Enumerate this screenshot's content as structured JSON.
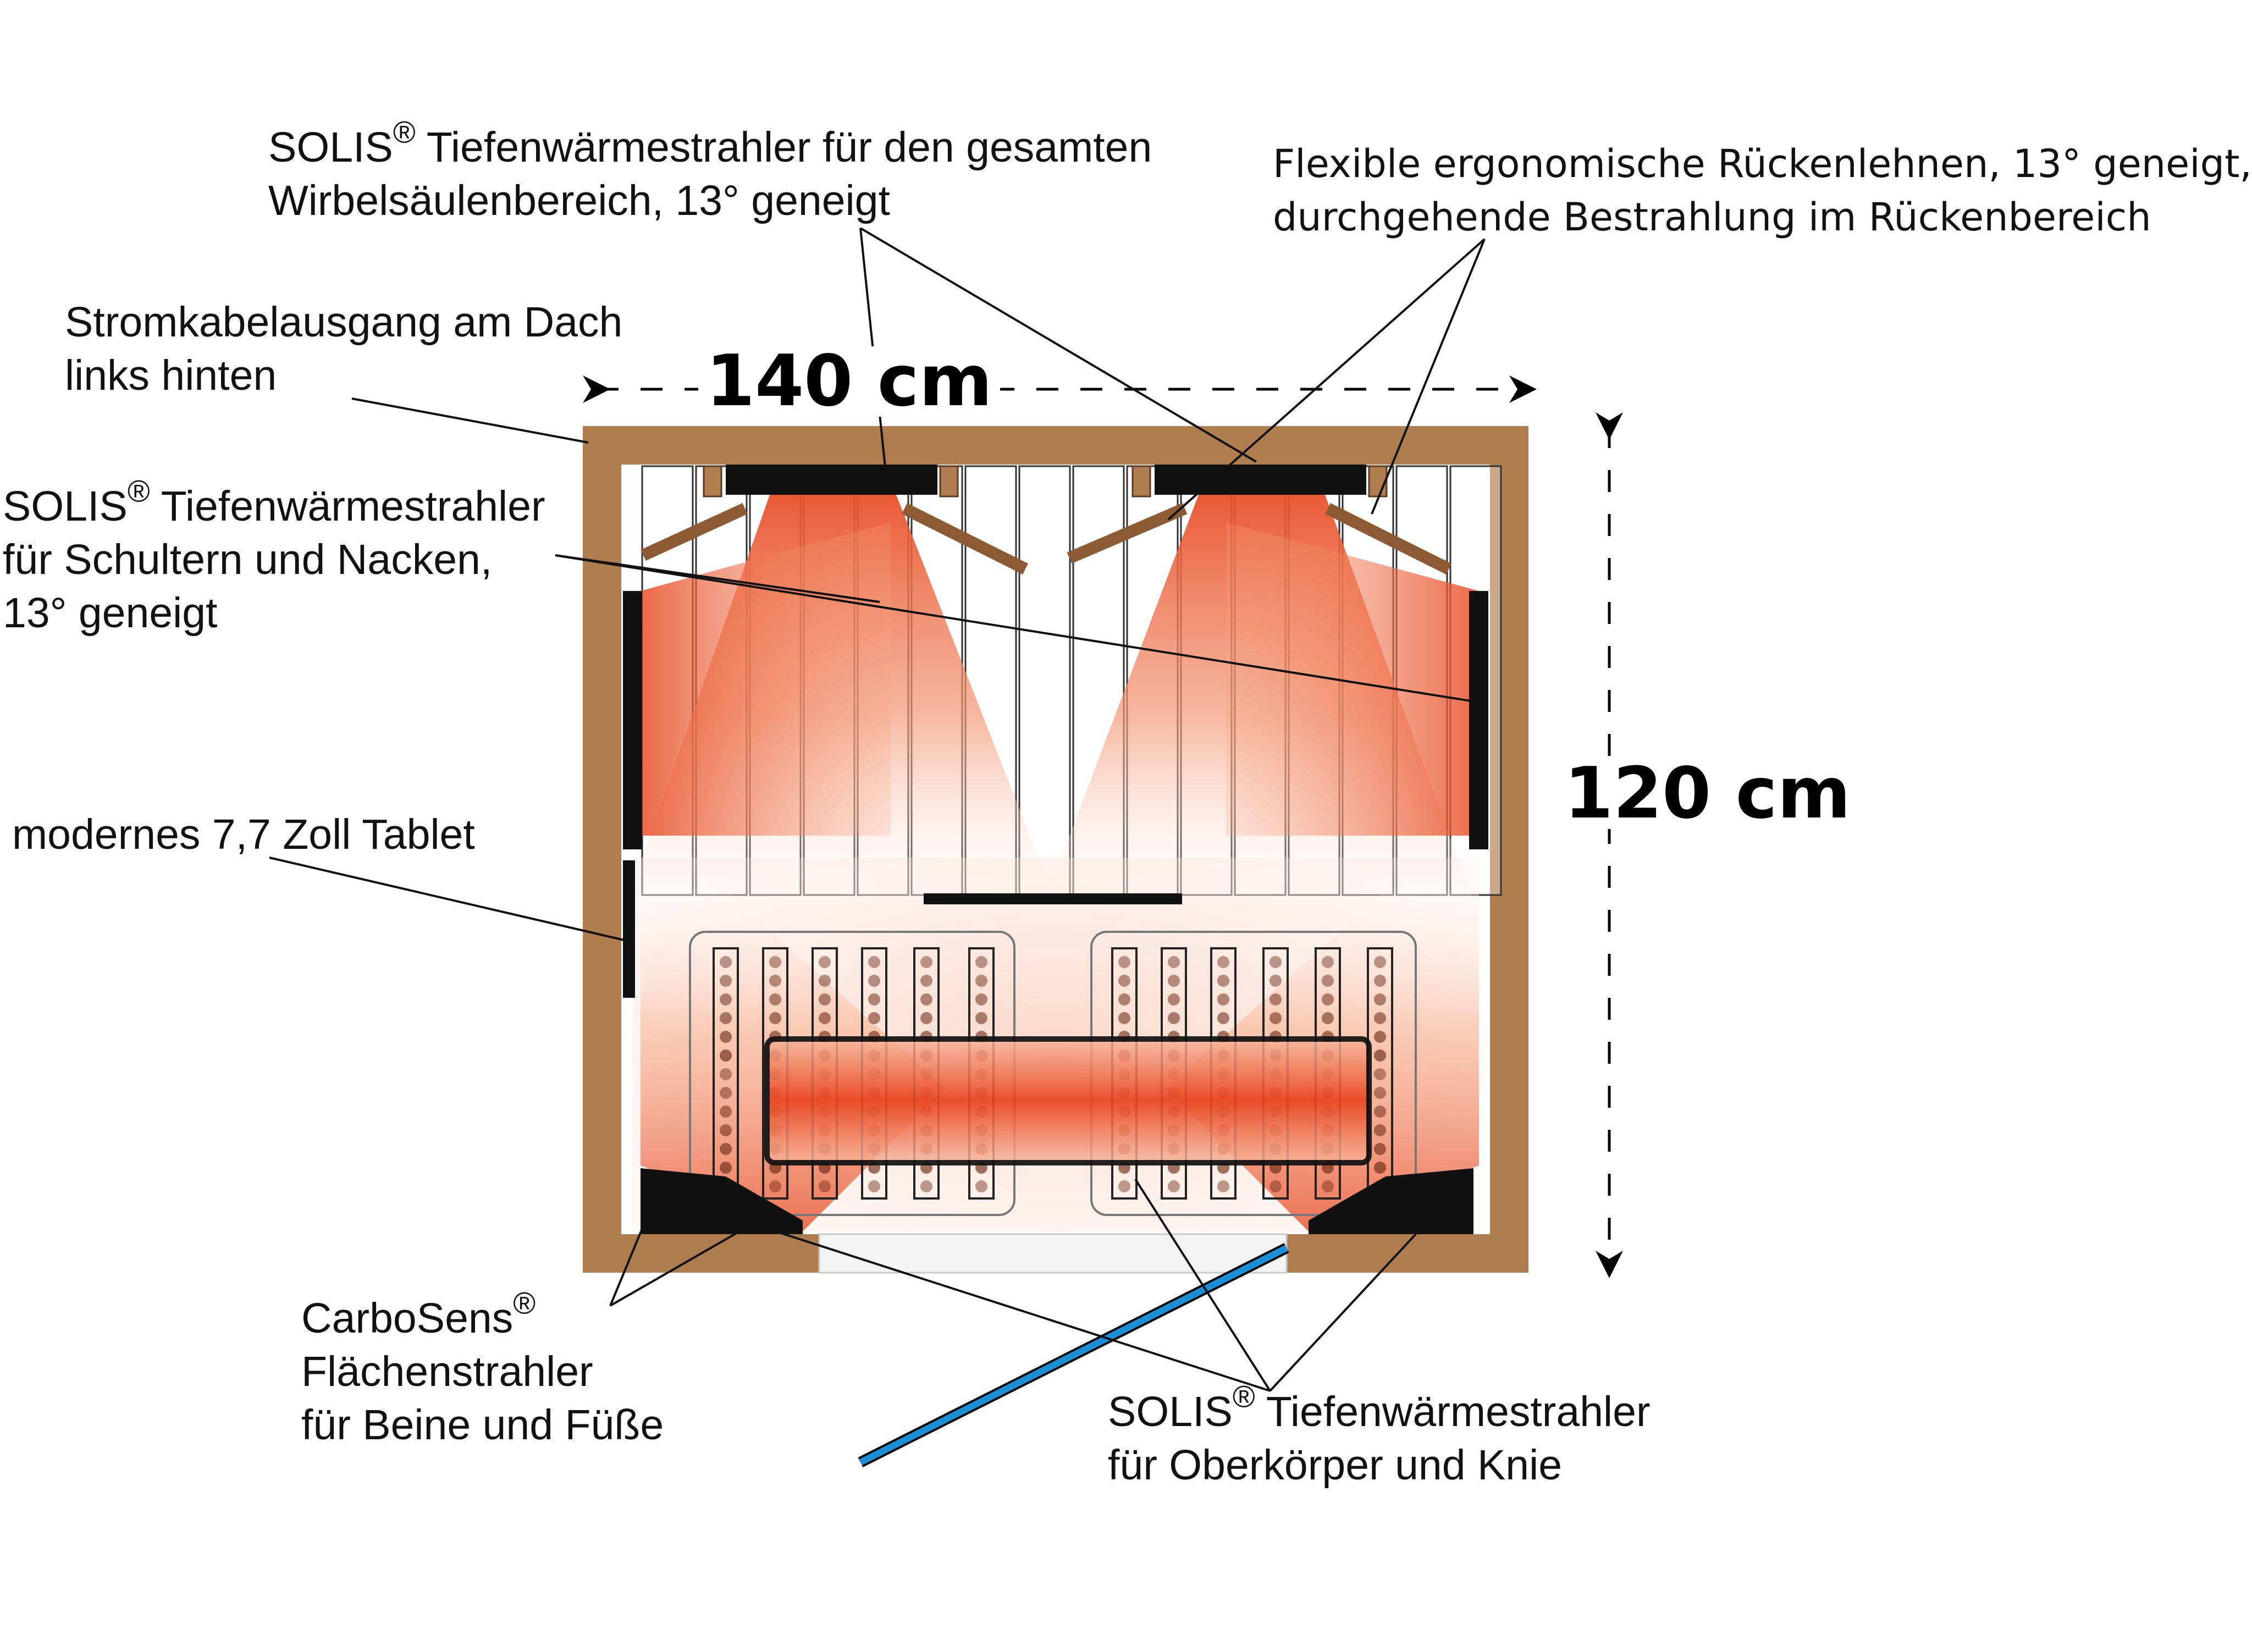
{
  "colors": {
    "wood": "#b07d4f",
    "wood_dark": "#8c5a33",
    "heat": "#e8502a",
    "heat_light": "#f6a47f",
    "panel": "#111111",
    "outline": "#000000",
    "floor_line": "#1a8fd6"
  },
  "dimensions": {
    "width_label": "140 cm",
    "depth_label": "120 cm"
  },
  "labels": {
    "solis_spine": {
      "brand": "SOLIS",
      "mark": "®",
      "line1_rest": " Tiefenwärmestrahler für den gesamten",
      "line2": "Wirbelsäulenbereich, 13° geneigt"
    },
    "backrests": {
      "line1": "Flexible ergonomische Rückenlehnen, 13° geneigt,",
      "line2": "durchgehende Bestrahlung im Rückenbereich"
    },
    "cable": {
      "line1": "Stromkabelausgang am Dach",
      "line2": "links hinten"
    },
    "solis_shoulders": {
      "brand": "SOLIS",
      "mark": "®",
      "line1_rest": " Tiefenwärmestrahler",
      "line2": "für Schultern und Nacken,",
      "line3": "13° geneigt"
    },
    "tablet": {
      "line1": "modernes 7,7 Zoll Tablet"
    },
    "carbosens": {
      "brand": "CarboSens",
      "mark": "®",
      "line2": "Flächenstrahler",
      "line3": "für Beine und Füße"
    },
    "solis_knees": {
      "brand": "SOLIS",
      "mark": "®",
      "line1_rest": " Tiefenwärmestrahler",
      "line2": "für Oberkörper und Knie"
    }
  }
}
